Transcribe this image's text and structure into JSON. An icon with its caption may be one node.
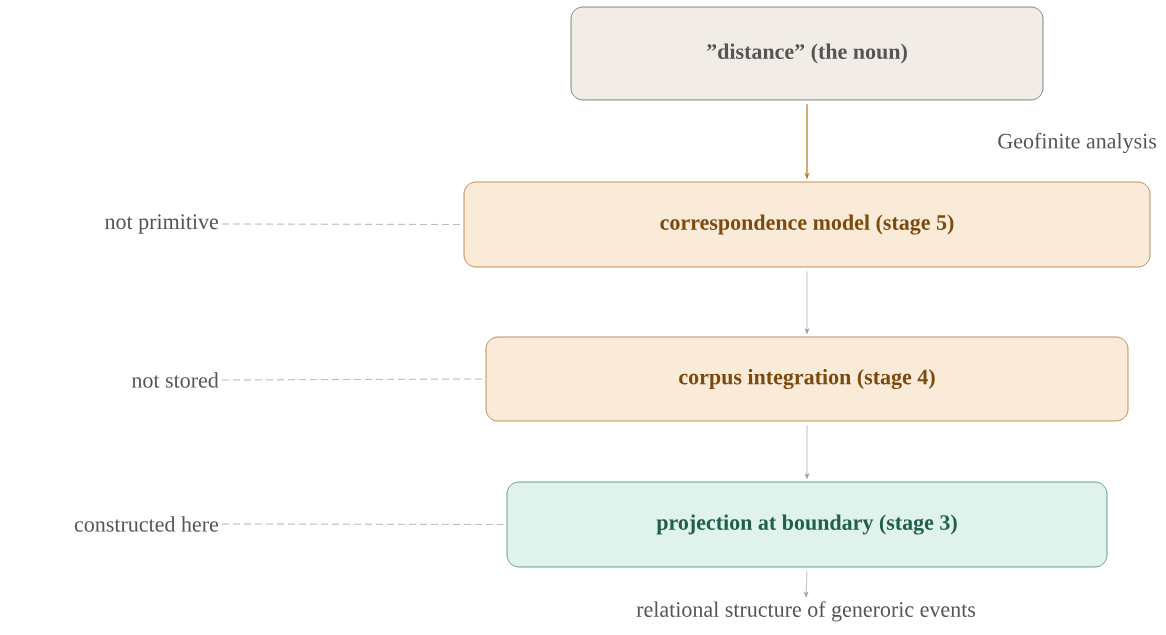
{
  "diagram": {
    "nodes": [
      {
        "text": [
          "”distance” (the noun)"
        ]
      },
      {
        "text": [
          "correspondence model (stage 5)"
        ]
      },
      {
        "text": [
          "corpus integration (stage 4)"
        ]
      },
      {
        "text": [
          "projection at boundary (stage 3)"
        ]
      },
      {
        "text": [
          "not primitive"
        ]
      },
      {
        "text": [
          "not stored"
        ]
      },
      {
        "text": [
          "constructed here"
        ]
      },
      {
        "text": [
          "relational structure of generoric events"
        ]
      }
    ],
    "edges": [
      {
        "from": 0,
        "to": 1,
        "arrow": "to",
        "color": "#b8741a"
      },
      {
        "from": 1,
        "to": 2,
        "arrow": "to"
      },
      {
        "from": 2,
        "to": 3,
        "arrow": "to"
      },
      {
        "from": 3,
        "to": 7,
        "arrow": "to"
      },
      {
        "from": 4,
        "to": 1,
        "arrow": "none",
        "style": "dashed"
      },
      {
        "from": 5,
        "to": 2,
        "arrow": "none",
        "style": "dashed"
      },
      {
        "from": 6,
        "to": 3,
        "arrow": "none",
        "style": "dashed"
      }
    ],
    "labels": [
      "Geofinite analysis"
    ]
  }
}
